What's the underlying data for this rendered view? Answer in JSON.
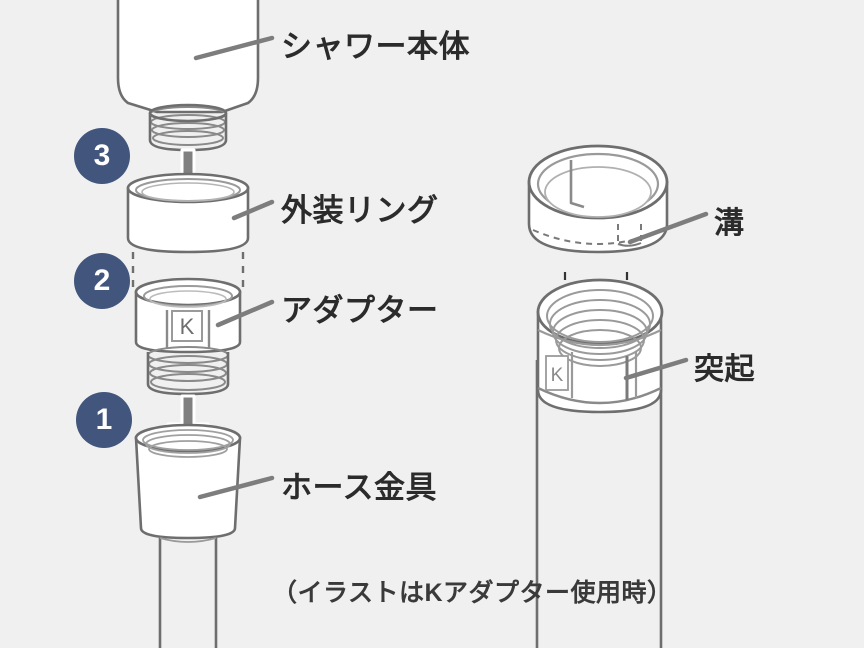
{
  "page": {
    "background_color": "#f0f0f0",
    "line_color": "#6e6e6e",
    "text_color": "#2b2b2b",
    "badge_color": "#41557d",
    "badge_text_color": "#ffffff",
    "part_fill_color": "#ffffff",
    "arrow_color": "#808080"
  },
  "steps": [
    {
      "number": "1",
      "name": "step-badge-1"
    },
    {
      "number": "2",
      "name": "step-badge-2"
    },
    {
      "number": "3",
      "name": "step-badge-3"
    }
  ],
  "main_diagram": {
    "labels": [
      {
        "id": "shower-body",
        "text": "シャワー本体"
      },
      {
        "id": "outer-ring",
        "text": "外装リング"
      },
      {
        "id": "adapter",
        "text": "アダプター"
      },
      {
        "id": "hose-fitting",
        "text": "ホース金具"
      }
    ],
    "adapter_marking": "K"
  },
  "detail_diagram": {
    "labels": [
      {
        "id": "groove",
        "text": "溝"
      },
      {
        "id": "protrusion",
        "text": "突起"
      }
    ],
    "adapter_marking": "K"
  },
  "caption": {
    "text": "（イラストはKアダプター使用時）"
  }
}
